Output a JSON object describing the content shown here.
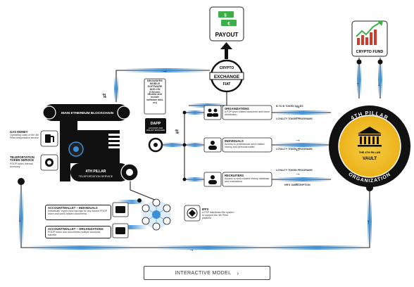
{
  "payout": {
    "label": "PAYOUT",
    "bill1": "$",
    "bill2": "€"
  },
  "crypto_exchange": {
    "line1": "CRYPTO",
    "line2": "EXCHANGE",
    "line3": "FIAT"
  },
  "crypto_fund": {
    "label": "CRYPTO FUND"
  },
  "blockchain": {
    "label": "MAIN ETHEREUM BLOCKCHAIN"
  },
  "teleportation": {
    "line1": "4TH PILLAR",
    "line2": "TELEPORTATION SERVICE"
  },
  "gas_money": {
    "title": "GAS MONEY",
    "desc": "Operating costs of the 4th Pillar teleportation service"
  },
  "teleport_token": {
    "title": "TELEPORTATION TOKEN SERVICE",
    "desc": "PODP token internal economy"
  },
  "browsers": {
    "text": "BROWSERS MOBILE SOFTWARE ADD-ON (Chrome, Mozilla and mobile software add-on)"
  },
  "dapp": {
    "title": "DAPP",
    "desc": "ACCOUNT AND WALLET MANAGER"
  },
  "organizations": {
    "title": "ORGANIZATIONS",
    "desc": "A P2P work related document and token distribution."
  },
  "individuals": {
    "title": "INDIVIDUALS",
    "desc": "Access to professional work related history and personal wallet."
  },
  "recruiters": {
    "title": "RECRUITERS",
    "desc": "Access to work related history database and evaluations"
  },
  "flows": {
    "token_sales": "B TO B TOKEN SALES",
    "loyalty1": "LOYALTY TOKEN PROGRAMS",
    "loyalty2": "LOYALTY TOKEN PROGRAMS",
    "loyalty3": "LOYALTY TOKEN PROGRAMS",
    "hr_subscription": "HR'S SUBSCRIPTION"
  },
  "organization": {
    "ring_top": "4TH PILLAR",
    "ring_bottom": "ORGANIZATION",
    "vault_small": "THE 4TH PILLAR",
    "vault": "VAULT"
  },
  "account_individuals": {
    "title": "ACCOUNT/WALLET – INDIVIDUALS",
    "desc": "Individuals' crypto fund savings for any issued PODP token and work-related documents."
  },
  "account_organizations": {
    "title": "ACCOUNT/WALLET – ORGANIZATIONS",
    "desc": "PODP token and documents multiple accounts transfer."
  },
  "ipfs": {
    "title": "IPFS",
    "desc": "A P2P distributed file system to support the 4th Pillar platform."
  },
  "cta": {
    "label": "INTERACTIVE MODEL",
    "arrow": "›"
  },
  "colors": {
    "glow": "#3a8fd8",
    "dark": "#111111",
    "vault_yellow": "#f2c230",
    "payout_green": "#3dae49",
    "fund_red": "#d23b2b"
  }
}
